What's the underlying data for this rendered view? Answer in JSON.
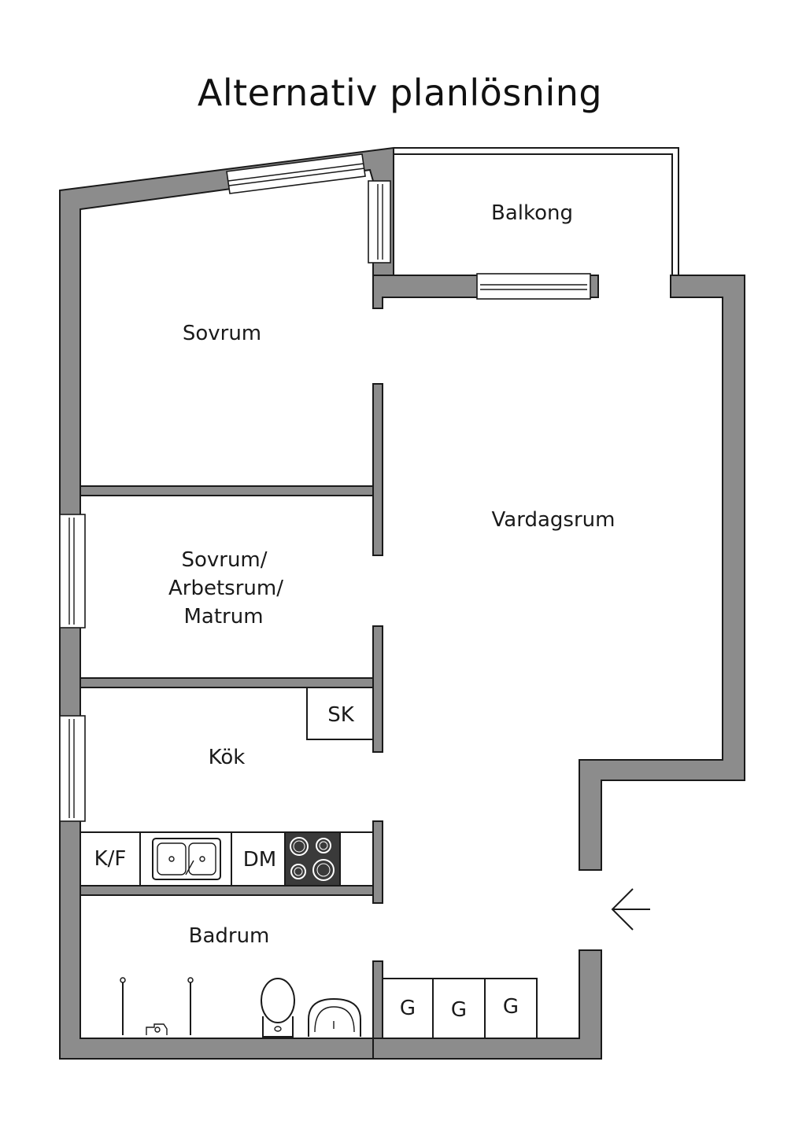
{
  "title": "Alternativ planlösning",
  "rooms": {
    "balkong": "Balkong",
    "sovrum": "Sovrum",
    "vardagsrum": "Vardagsrum",
    "sovrum2_line1": "Sovrum/",
    "sovrum2_line2": "Arbetsrum/",
    "sovrum2_line3": "Matrum",
    "kok": "Kök",
    "badrum": "Badrum"
  },
  "fixtures": {
    "sk": "SK",
    "kf": "K/F",
    "dm": "DM",
    "g1": "G",
    "g2": "G",
    "g3": "G"
  },
  "colors": {
    "wall": "#8c8c8c",
    "stove": "#3a3a3a",
    "ink": "#1a1a1a"
  },
  "icons": {
    "entrance": "arrow-left-icon",
    "sink": "double-sink-icon",
    "stove": "stove-icon",
    "toilet": "toilet-icon",
    "washbasin": "washbasin-icon",
    "shower": "shower-icon"
  }
}
